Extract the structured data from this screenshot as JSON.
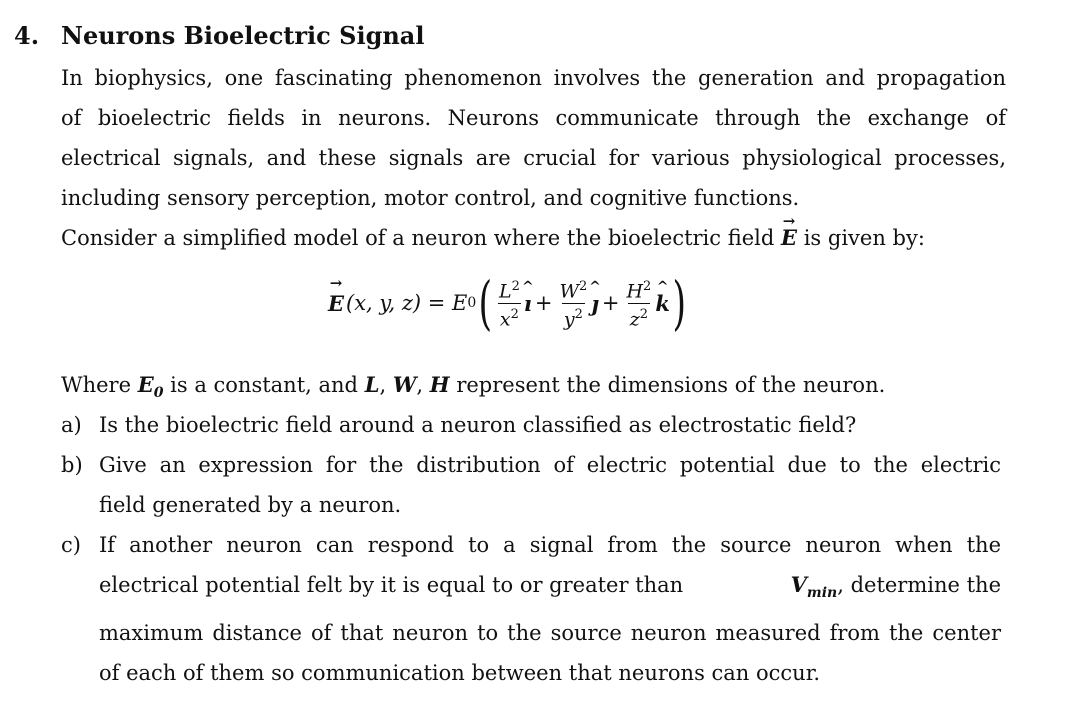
{
  "question": {
    "number": "4.",
    "title": "Neurons Bioelectric Signal",
    "intro_lines": [
      "In biophysics, one fascinating phenomenon involves the generation and propagation",
      "of bioelectric fields in neurons. Neurons communicate through the exchange of",
      "electrical signals, and these signals are crucial for various physiological processes,",
      "including sensory perception, motor control, and cognitive functions."
    ],
    "consider_prefix": "Consider a simplified model of a neuron where the bioelectric field",
    "consider_symbol": "E",
    "consider_suffix": "is given by:",
    "equation": {
      "lhs": "E",
      "args": "(x, y, z) = ",
      "coef": "E",
      "coef_sub": "0",
      "t1_num": "L",
      "t1_den": "x",
      "t1_unit": "ı",
      "t2_num": "W",
      "t2_den": "y",
      "t2_unit": "ȷ",
      "t3_num": "H",
      "t3_den": "z",
      "t3_unit": "k",
      "power": "2",
      "plus": "+"
    },
    "where": {
      "pre": "Where",
      "sym": "E",
      "sub": "0",
      "mid": "is a constant, and",
      "l": "L",
      "w": "W",
      "h": "H",
      "comma": ",",
      "post": "represent the dimensions of the neuron."
    },
    "parts": {
      "a_label": "a)",
      "a_text": "Is the bioelectric field around a neuron classified as electrostatic field?",
      "b_label": "b)",
      "b_line1": "Give an expression for the distribution of electric potential due to the electric",
      "b_line2": "field generated by a neuron.",
      "c_label": "c)",
      "c_line1": "If another neuron can respond to a signal from the source neuron when the",
      "c_line2_pre": "electrical potential felt by it is equal to or greater than",
      "c_vsym": "V",
      "c_vsub": "min",
      "c_line2_post": ", determine the",
      "c_line3": "maximum distance of that neuron to the source neuron measured from the center",
      "c_line4": "of each of them so communication between that neurons can occur."
    }
  }
}
